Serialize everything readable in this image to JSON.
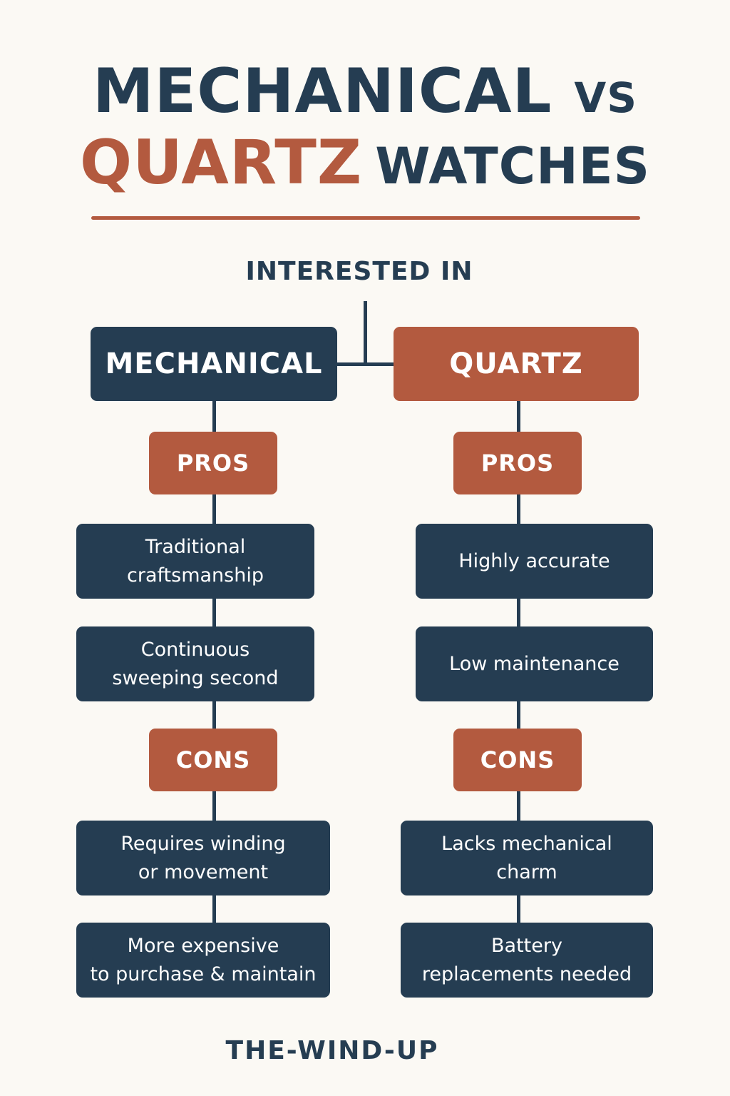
{
  "title": {
    "line1_main": "MECHANICAL",
    "line1_vs": "VS",
    "line2_quartz": "QUARTZ",
    "line2_watches": "WATCHES"
  },
  "colors": {
    "navy": "#253d52",
    "rust": "#b35a3f",
    "background": "#fbf9f4"
  },
  "root_label": "INTERESTED IN",
  "columns": [
    {
      "header": "MECHANICAL",
      "pros_label": "PROS",
      "pros": [
        "Traditional\ncraftsmanship",
        "Continuous\nsweeping second"
      ],
      "cons_label": "CONS",
      "cons": [
        "Requires winding\nor movement",
        "More expensive\nto purchase & maintain"
      ]
    },
    {
      "header": "QUARTZ",
      "pros_label": "PROS",
      "pros": [
        "Highly accurate",
        "Low maintenance"
      ],
      "cons_label": "CONS",
      "cons": [
        "Lacks mechanical\ncharm",
        "Battery\nreplacements needed"
      ]
    }
  ],
  "footer": "THE-WIND-UP"
}
